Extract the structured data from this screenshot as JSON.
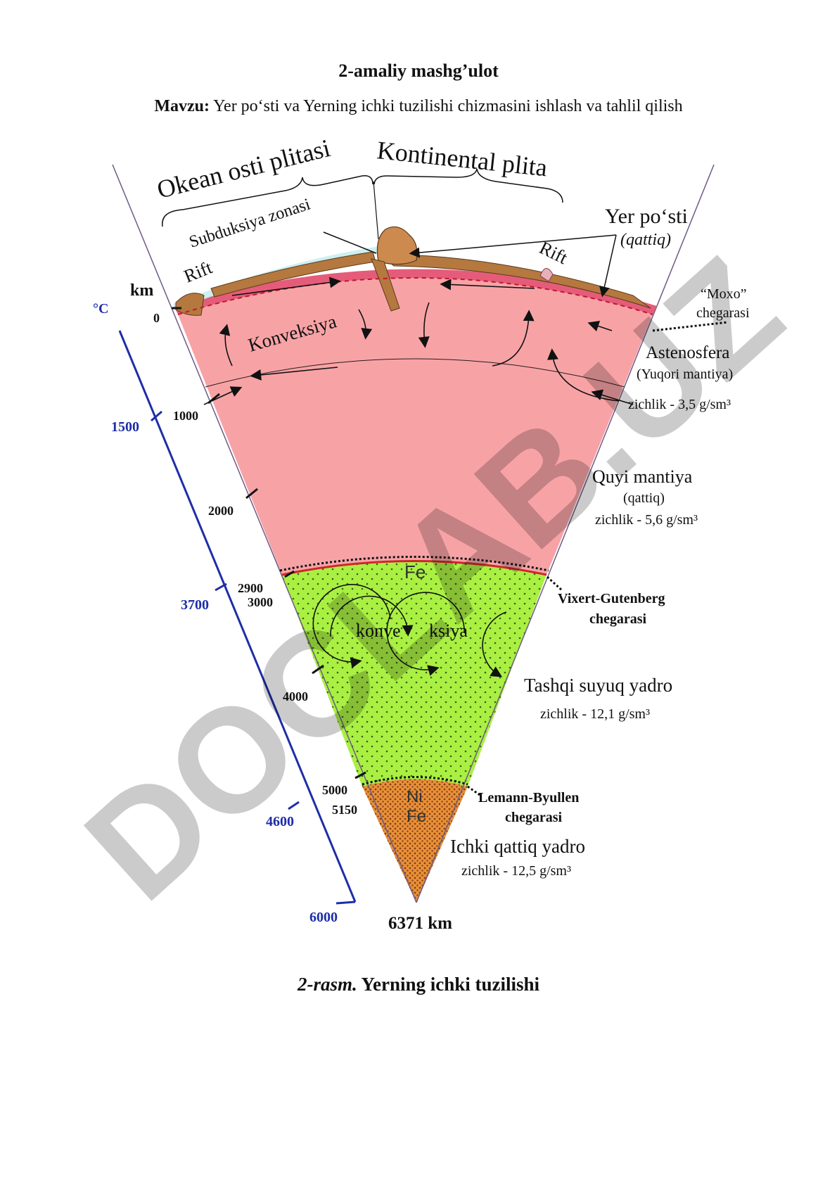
{
  "header": {
    "title": "2-amaliy mashg’ulot",
    "subtitle_prefix": "Mavzu:",
    "subtitle_text": " Yer po‘sti va Yerning ichki  tuzilishi chizmasini ishlash va tahlil qilish"
  },
  "caption": {
    "prefix": "2-rasm.",
    "text": " Yerning ichki tuzilishi"
  },
  "watermark": "DOCLAB.UZ",
  "diagram": {
    "plates": {
      "ocean": "Okean osti plitasi",
      "continental": "Kontinental plita"
    },
    "subduction": "Subduksiya zonasi",
    "rift_left": "Rift",
    "rift_right": "Rift",
    "crust": {
      "name": "Yer po‘sti",
      "note": "(qattiq)"
    },
    "moho": {
      "name": "“Moxo”",
      "sub": "chegarasi"
    },
    "asthenosphere": {
      "name": "Astenosfera",
      "sub": "(Yuqori mantiya)",
      "density": "zichlik - 3,5 g/sm³"
    },
    "lower_mantle": {
      "name": "Quyi mantiya",
      "sub": "(qattiq)",
      "density": "zichlik - 5,6 g/sm³"
    },
    "gutenberg": {
      "name": "Vixert-Gutenberg",
      "sub": "chegarasi"
    },
    "outer_core": {
      "name": "Tashqi suyuq yadro",
      "density": "zichlik - 12,1 g/sm³",
      "element": "Fe"
    },
    "lehmann": {
      "name": "Lemann-Byullen",
      "sub": "chegarasi"
    },
    "inner_core": {
      "name": "Ichki qattiq yadro",
      "density": "zichlik - 12,5 g/sm³",
      "element_1": "Ni",
      "element_2": "Fe"
    },
    "convection_mantle": "Konveksiya",
    "convection_core_1": "konve",
    "convection_core_2": "ksiya",
    "depth_unit": "km",
    "depth_ticks": [
      "0",
      "1000",
      "2000",
      "2900",
      "3000",
      "4000",
      "5000",
      "5150"
    ],
    "temp_unit": "°C",
    "temp_ticks": [
      "1500",
      "3700",
      "4600",
      "6000"
    ],
    "center_depth": "6371 km"
  },
  "colors": {
    "mantle": "#f7a3a6",
    "outer_core": "#a9f043",
    "inner_core": "#e8913a",
    "crust": "#b5783f",
    "temperature_axis": "#1e2ea8",
    "boundary_red": "#d0262a"
  }
}
